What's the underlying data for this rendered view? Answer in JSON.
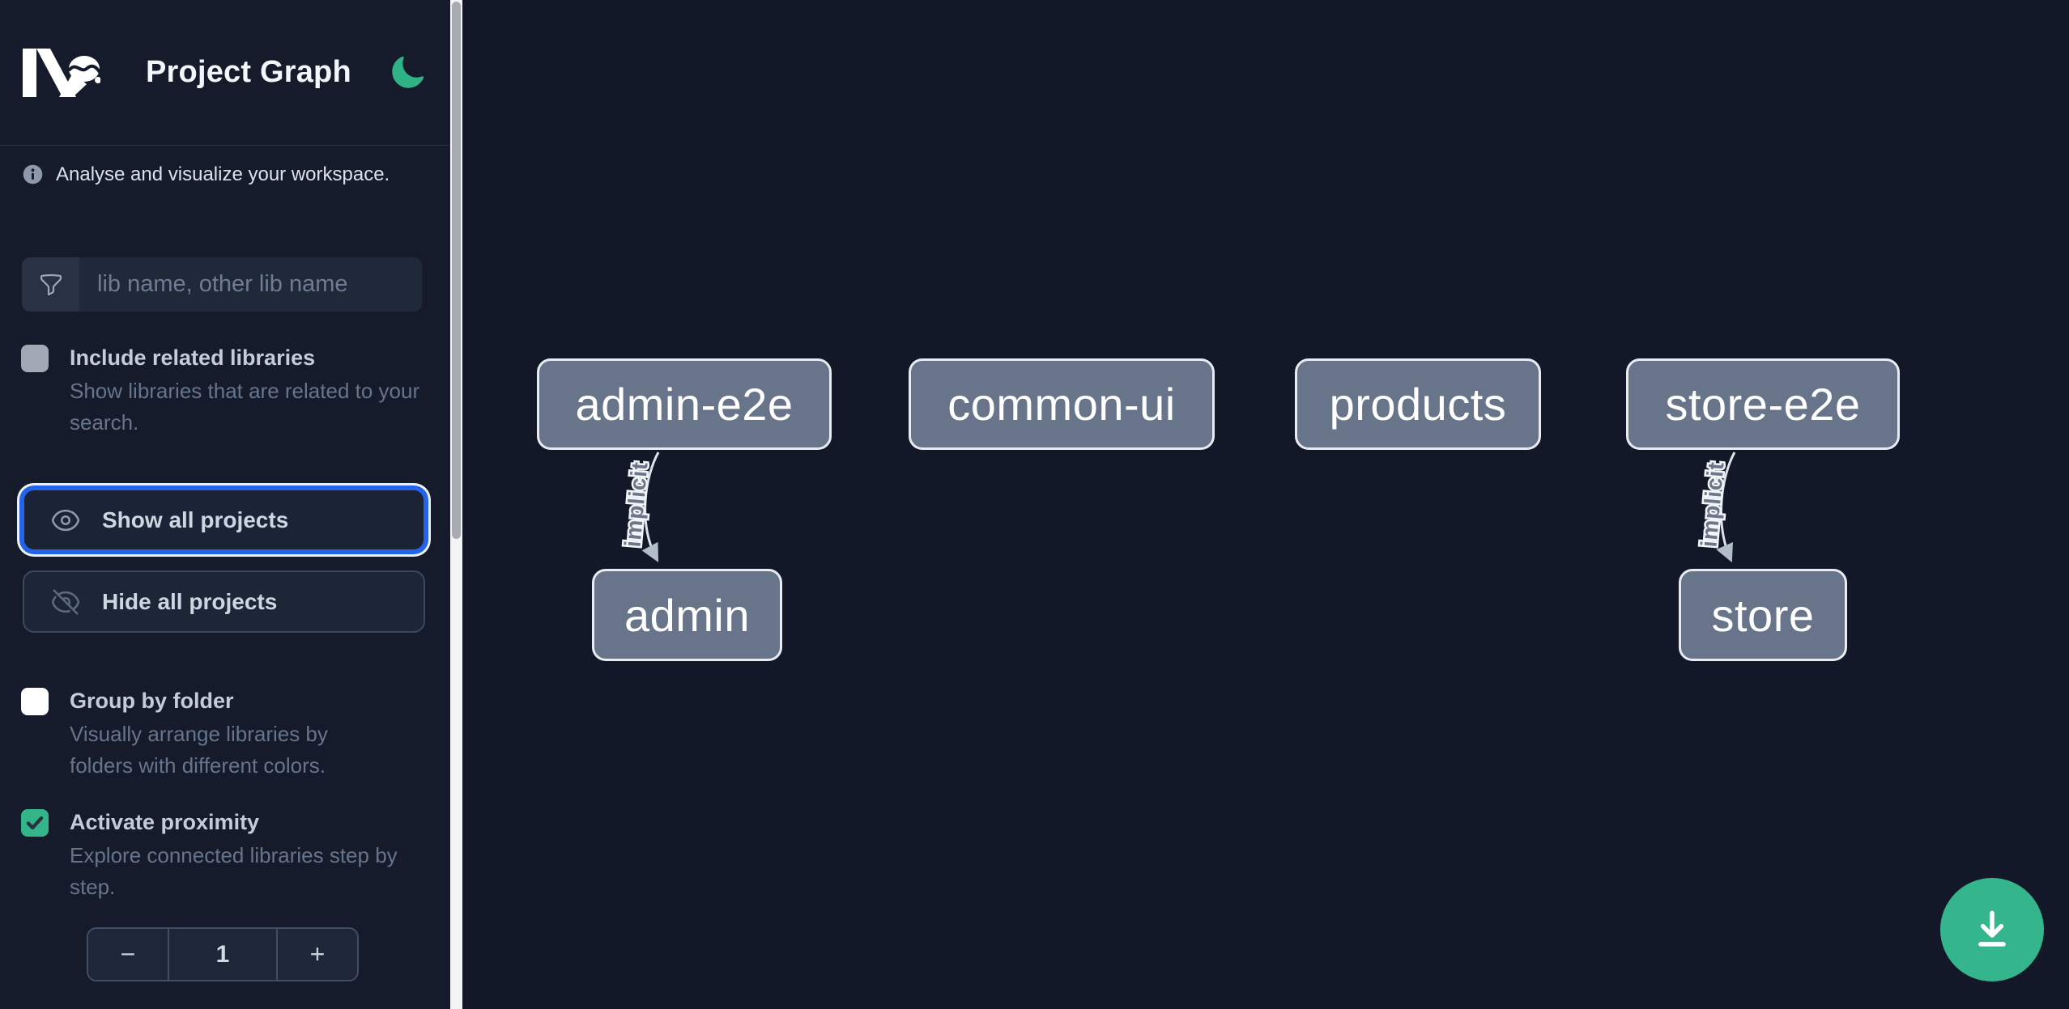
{
  "header": {
    "app_title": "Project Graph"
  },
  "sidebar": {
    "info_text": "Analyse and visualize your workspace.",
    "search": {
      "placeholder": "lib name, other lib name",
      "value": ""
    },
    "options": {
      "include_related": {
        "label": "Include related libraries",
        "description": "Show libraries that are related to your search.",
        "checked": false
      },
      "group_by_folder": {
        "label": "Group by folder",
        "description": "Visually arrange libraries by folders with different colors.",
        "checked": false
      },
      "activate_proximity": {
        "label": "Activate proximity",
        "description": "Explore connected libraries step by step.",
        "checked": true
      }
    },
    "buttons": {
      "show_all": "Show all projects",
      "hide_all": "Hide all projects"
    },
    "proximity_stepper": {
      "decrement_label": "−",
      "value": "1",
      "increment_label": "+"
    }
  },
  "graph": {
    "nodes": [
      {
        "id": "admin-e2e",
        "label": "admin-e2e"
      },
      {
        "id": "common-ui",
        "label": "common-ui"
      },
      {
        "id": "products",
        "label": "products"
      },
      {
        "id": "store-e2e",
        "label": "store-e2e"
      },
      {
        "id": "admin",
        "label": "admin"
      },
      {
        "id": "store",
        "label": "store"
      }
    ],
    "edges": [
      {
        "source": "admin-e2e",
        "target": "admin",
        "label": "implicit"
      },
      {
        "source": "store-e2e",
        "target": "store",
        "label": "implicit"
      }
    ]
  },
  "fab": {
    "icon": "download-icon"
  },
  "colors": {
    "accent_green": "#35b58b",
    "focus_blue": "#2563eb",
    "node_fill": "#68748a",
    "node_border": "#e8ecf1",
    "sidebar_bg": "#151b2b",
    "canvas_bg": "#121827"
  }
}
